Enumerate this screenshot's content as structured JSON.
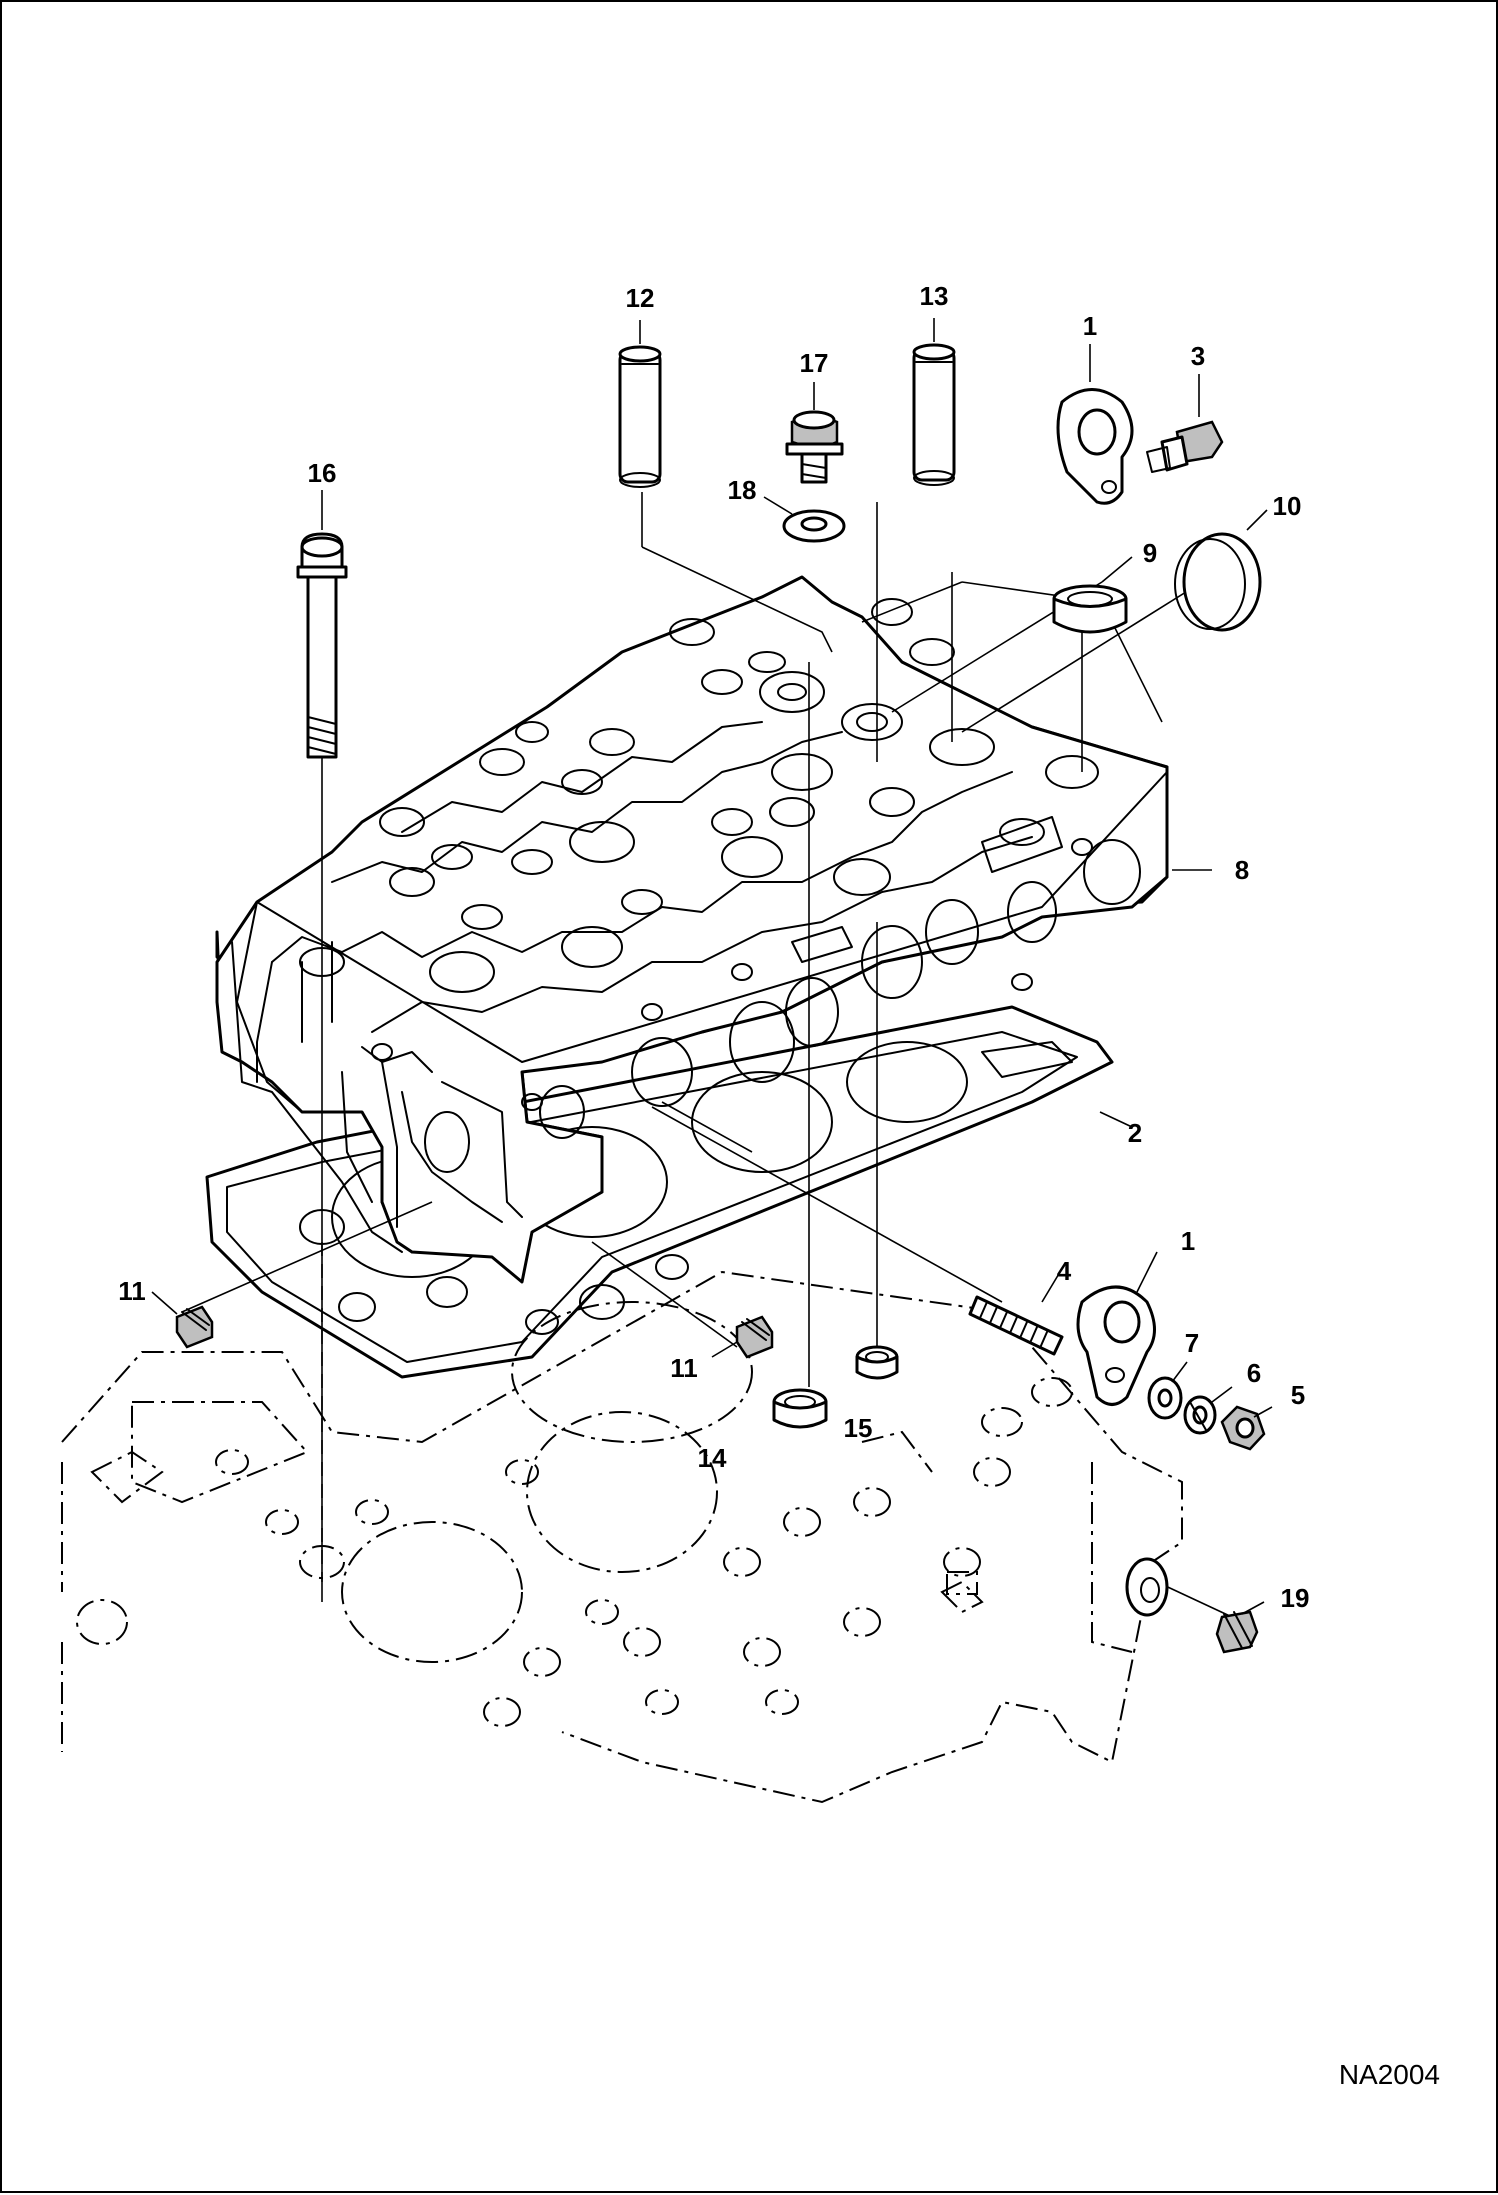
{
  "diagram": {
    "reference_code": "NA2004",
    "callouts": [
      {
        "id": "c12",
        "label": "12"
      },
      {
        "id": "c13",
        "label": "13"
      },
      {
        "id": "c1a",
        "label": "1"
      },
      {
        "id": "c3",
        "label": "3"
      },
      {
        "id": "c17",
        "label": "17"
      },
      {
        "id": "c16",
        "label": "16"
      },
      {
        "id": "c18",
        "label": "18"
      },
      {
        "id": "c10",
        "label": "10"
      },
      {
        "id": "c9",
        "label": "9"
      },
      {
        "id": "c8",
        "label": "8"
      },
      {
        "id": "c2",
        "label": "2"
      },
      {
        "id": "c1b",
        "label": "1"
      },
      {
        "id": "c4",
        "label": "4"
      },
      {
        "id": "c11a",
        "label": "11"
      },
      {
        "id": "c11b",
        "label": "11"
      },
      {
        "id": "c7",
        "label": "7"
      },
      {
        "id": "c6",
        "label": "6"
      },
      {
        "id": "c5",
        "label": "5"
      },
      {
        "id": "c15",
        "label": "15"
      },
      {
        "id": "c14",
        "label": "14"
      },
      {
        "id": "c19",
        "label": "19"
      }
    ]
  }
}
